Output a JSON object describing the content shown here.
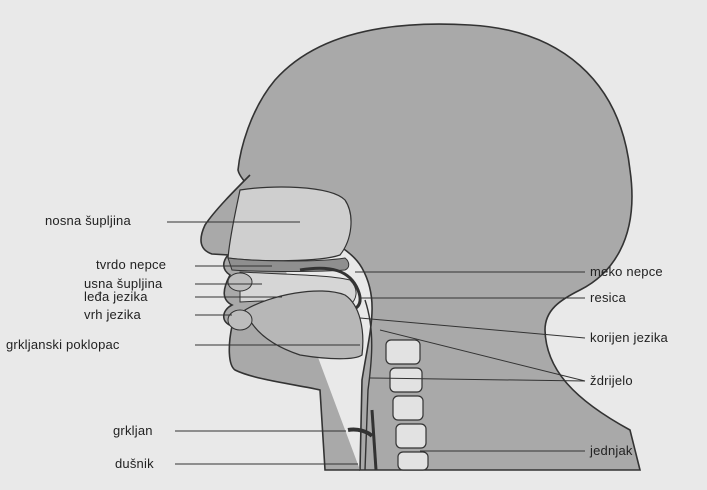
{
  "diagram": {
    "labels_left": [
      "nosna šupljina",
      "tvrdo nepce",
      "usna šupljina",
      "leđa jezika",
      "vrh jezika",
      "grkljanski poklopac",
      "grkljan",
      "dušnik"
    ],
    "labels_right": [
      "meko nepce",
      "resica",
      "korijen jezika",
      "ždrijelo",
      "jednjak"
    ],
    "colors": {
      "paper": "#e9e9e9",
      "tissue": "#a9a9a9",
      "cavity": "#d6d6d6",
      "outline": "#333333",
      "text": "#222222"
    }
  }
}
